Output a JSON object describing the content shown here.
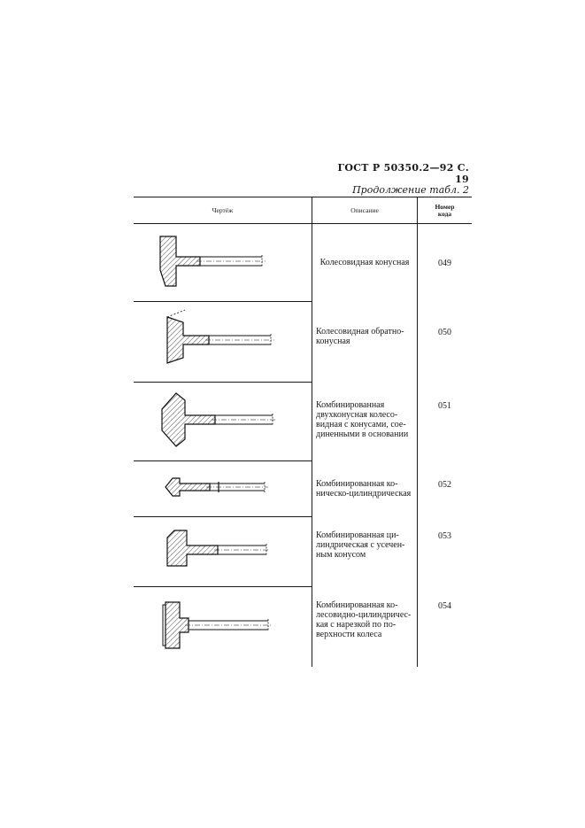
{
  "page_header": "ГОСТ Р 50350.2—92 С. 19",
  "table_caption": "Продолжение табл. 2",
  "columns": {
    "drawing": "Чертёж",
    "description": "Описание",
    "code": "Номер\nкода"
  },
  "rows": [
    {
      "description": "Колесовидная конусная",
      "code": "049",
      "shape": "wheel-conical"
    },
    {
      "description": "Колесовидная обратно-\nконусная",
      "code": "050",
      "shape": "wheel-reverse-conical"
    },
    {
      "description": "Комбинированная\nдвухконусная колесо-\nвидная с конусами, сое-\nдиненными в основании",
      "code": "051",
      "shape": "combined-double-cone"
    },
    {
      "description": "Комбинированная ко-\nническо-цилиндрическая",
      "code": "052",
      "shape": "combined-conical-cylindrical"
    },
    {
      "description": "Комбинированная ци-\nлиндрическая с усечен-\nным конусом",
      "code": "053",
      "shape": "combined-cylindrical-truncated-cone"
    },
    {
      "description": "Комбинированная ко-\nлесовидно-цилиндричес-\nкая с нарезкой по по-\nверхности колеса",
      "code": "054",
      "shape": "combined-wheel-cylindrical-knurled"
    }
  ]
}
